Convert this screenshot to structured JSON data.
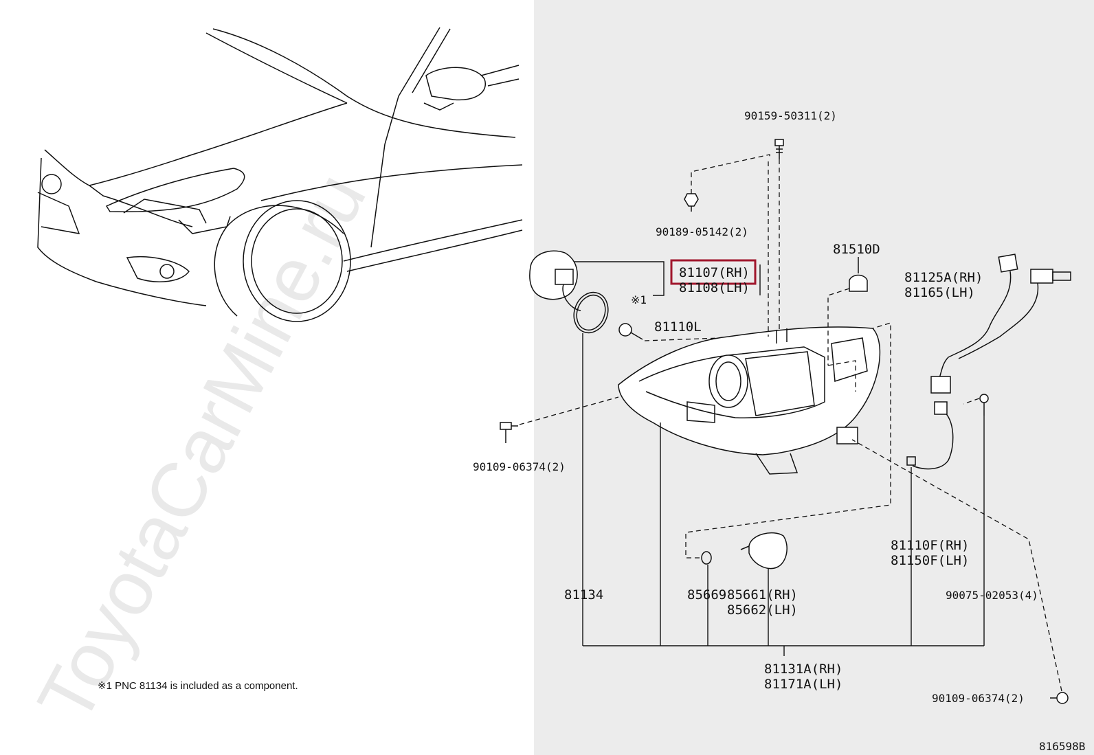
{
  "watermark": "ToyotaCarMine.ru",
  "diagram_id": "816598B",
  "footnote": "※1 PNC 81134 is included as a component.",
  "highlight_color": "#a0162c",
  "labels": {
    "p90159": "90159-50311(2)",
    "p90189": "90189-05142(2)",
    "p81107": "81107(RH)",
    "p81108": "81108(LH)",
    "note_ref": "※1",
    "p81110L": "81110L",
    "p81510D": "81510D",
    "p81125A": "81125A(RH)",
    "p81165": "81165(LH)",
    "p90109a": "90109-06374(2)",
    "p81110F": "81110F(RH)",
    "p81150F": "81150F(LH)",
    "p81134": "81134",
    "p85669": "85669",
    "p85661": "85661(RH)",
    "p85662": "85662(LH)",
    "p90075": "90075-02053(4)",
    "p81131A": "81131A(RH)",
    "p81171A": "81171A(LH)",
    "p90109b": "90109-06374(2)"
  }
}
